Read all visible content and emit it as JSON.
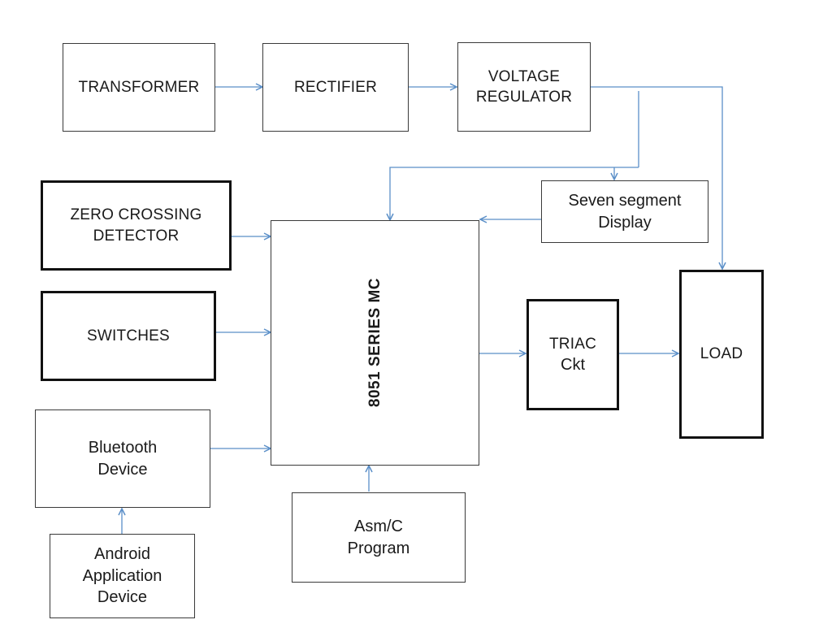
{
  "blocks": {
    "transformer": [
      "TRANSFORMER"
    ],
    "rectifier": [
      "RECTIFIER"
    ],
    "voltage_regulator": [
      "VOLTAGE",
      "REGULATOR"
    ],
    "seven_segment": [
      "Seven segment",
      "Display"
    ],
    "zero_crossing": [
      "ZERO CROSSING",
      "DETECTOR"
    ],
    "switches": [
      "SWITCHES"
    ],
    "bluetooth": [
      "Bluetooth",
      "Device"
    ],
    "android": [
      "Android",
      "Application",
      "Device"
    ],
    "microcontroller": "8051 SERIES MC",
    "program": [
      "Asm/C",
      "Program"
    ],
    "triac": [
      "TRIAC",
      "Ckt"
    ],
    "load": [
      "LOAD"
    ]
  },
  "colors": {
    "connector": "#5b8fc8",
    "box_border": "#3a3a3a",
    "box_border_thick": "#111111",
    "text": "#1a1a1a"
  }
}
